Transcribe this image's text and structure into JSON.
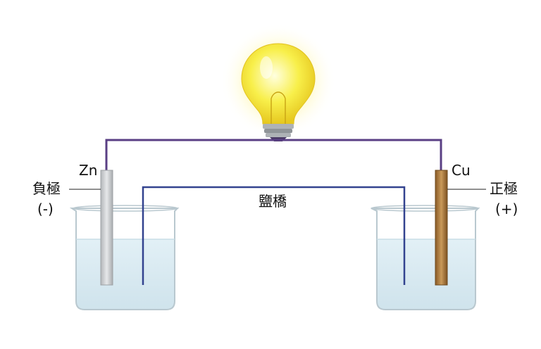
{
  "labels": {
    "anode_metal": "Zn",
    "anode_name": "負極",
    "anode_sign": "(-)",
    "cathode_metal": "Cu",
    "cathode_name": "正極",
    "cathode_sign": "(+)",
    "salt_bridge": "鹽橋"
  },
  "colors": {
    "wire": "#5a3f84",
    "salt_bridge": "#33438f",
    "zinc": "#c9cccf",
    "copper": "#a8733a",
    "solution": "#d8eaf1",
    "glass_outline": "#b9c8cf",
    "bulb_glow": "#fff36a"
  },
  "icons": [
    "light-bulb-icon"
  ]
}
